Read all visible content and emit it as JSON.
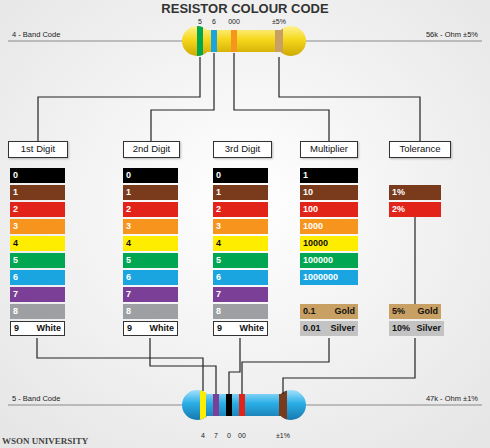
{
  "diagram": {
    "title": "RESISTOR COLOUR CODE",
    "nodes": [
      {
        "text": [
          "1st Digit"
        ]
      },
      {
        "text": [
          "2nd Digit"
        ]
      },
      {
        "text": [
          "3rd Digit"
        ]
      },
      {
        "text": [
          "Multiplier"
        ]
      },
      {
        "text": [
          "Tolerance"
        ]
      },
      {
        "text": [
          "0"
        ]
      },
      {
        "text": [
          "1"
        ]
      },
      {
        "text": [
          "2"
        ]
      },
      {
        "text": [
          "3"
        ]
      },
      {
        "text": [
          "4"
        ]
      },
      {
        "text": [
          "5"
        ]
      },
      {
        "text": [
          "6"
        ]
      },
      {
        "text": [
          "7"
        ]
      },
      {
        "text": [
          "8"
        ]
      },
      {
        "text": [
          "9",
          "White"
        ]
      },
      {
        "text": [
          "0"
        ]
      },
      {
        "text": [
          "1"
        ]
      },
      {
        "text": [
          "2"
        ]
      },
      {
        "text": [
          "3"
        ]
      },
      {
        "text": [
          "4"
        ]
      },
      {
        "text": [
          "5"
        ]
      },
      {
        "text": [
          "6"
        ]
      },
      {
        "text": [
          "7"
        ]
      },
      {
        "text": [
          "8"
        ]
      },
      {
        "text": [
          "9",
          "White"
        ]
      },
      {
        "text": [
          "0"
        ]
      },
      {
        "text": [
          "1"
        ]
      },
      {
        "text": [
          "2"
        ]
      },
      {
        "text": [
          "3"
        ]
      },
      {
        "text": [
          "4"
        ]
      },
      {
        "text": [
          "5"
        ]
      },
      {
        "text": [
          "6"
        ]
      },
      {
        "text": [
          "7"
        ]
      },
      {
        "text": [
          "8"
        ]
      },
      {
        "text": [
          "9",
          "White"
        ]
      },
      {
        "text": [
          "1"
        ]
      },
      {
        "text": [
          "10"
        ]
      },
      {
        "text": [
          "100"
        ]
      },
      {
        "text": [
          "1000"
        ]
      },
      {
        "text": [
          "10000"
        ]
      },
      {
        "text": [
          "100000"
        ]
      },
      {
        "text": [
          "1000000"
        ]
      },
      {
        "text": [
          "0.1",
          "Gold"
        ]
      },
      {
        "text": [
          "0.01",
          "Silver"
        ]
      },
      {
        "text": [
          "1%"
        ]
      },
      {
        "text": [
          "2%"
        ]
      },
      {
        "text": [
          "5%",
          "Gold"
        ]
      },
      {
        "text": [
          "10%",
          "Silver"
        ]
      }
    ],
    "edges": [
      {
        "from": 45,
        "to": 46,
        "arrow": "none"
      }
    ],
    "labels": [
      "5",
      "6",
      "000",
      "±5%",
      "4 - Band Code",
      "56k - Ohm ±5%",
      "5 - Band Code",
      "47k - Ohm ±1%",
      "4",
      "7",
      "0",
      "00",
      "±1%",
      "WSON UNIVERSITY"
    ]
  }
}
